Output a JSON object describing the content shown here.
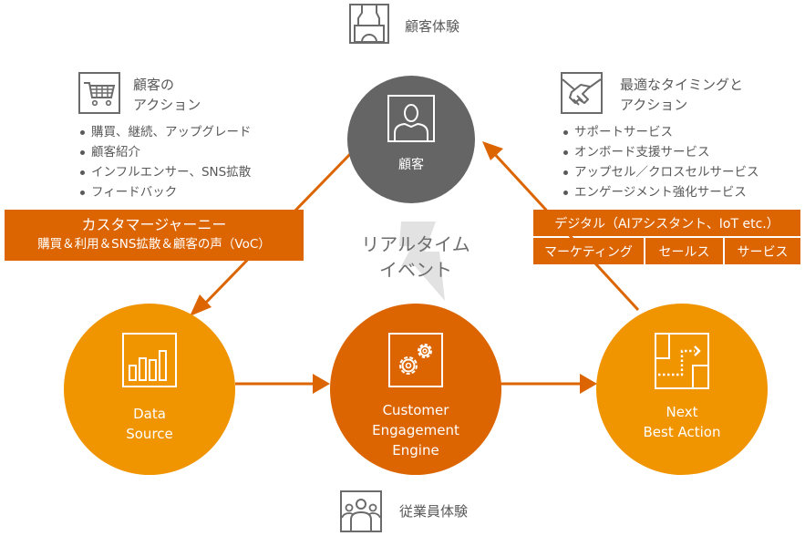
{
  "top_label": {
    "icon": "customer-experience-icon",
    "text": "顧客体験"
  },
  "bottom_label": {
    "icon": "employee-experience-icon",
    "text": "従業員体験"
  },
  "customer_actions": {
    "icon": "shopping-cart-icon",
    "title_line1": "顧客の",
    "title_line2": "アクション",
    "items": [
      "購買、継続、アップグレード",
      "顧客紹介",
      "インフルエンサー、SNS拡散",
      "フィードバック"
    ]
  },
  "timing_actions": {
    "icon": "handshake-icon",
    "title_line1": "最適なタイミングと",
    "title_line2": "アクション",
    "items": [
      "サポートサービス",
      "オンボード支援サービス",
      "アップセル／クロスセルサービス",
      "エンゲージメント強化サービス"
    ]
  },
  "customer_journey_box": {
    "title": "カスタマージャーニー",
    "subtitle": "購買＆利用＆SNS拡散＆顧客の声（VoC）"
  },
  "channel_box": {
    "top": "デジタル（AIアシスタント、IoT etc.）",
    "cells": [
      "マーケティング",
      "セールス",
      "サービス"
    ]
  },
  "center_label": {
    "line1": "リアルタイム",
    "line2": "イベント",
    "icon": "lightning-icon"
  },
  "nodes": {
    "customer": {
      "label": "顧客",
      "icon": "person-icon"
    },
    "data_source": {
      "line1": "Data",
      "line2": "Source",
      "icon": "bar-chart-icon"
    },
    "engine": {
      "line1": "Customer",
      "line2": "Engagement",
      "line3": "Engine",
      "icon": "gears-icon"
    },
    "next_best_action": {
      "line1": "Next",
      "line2": "Best Action",
      "icon": "floor-plan-route-icon"
    }
  },
  "colors": {
    "arrow": "#dc6502",
    "customer_circle": "#666565",
    "amber_circle": "#f09400",
    "dark_orange": "#dc6502",
    "text_gray": "#595959"
  }
}
